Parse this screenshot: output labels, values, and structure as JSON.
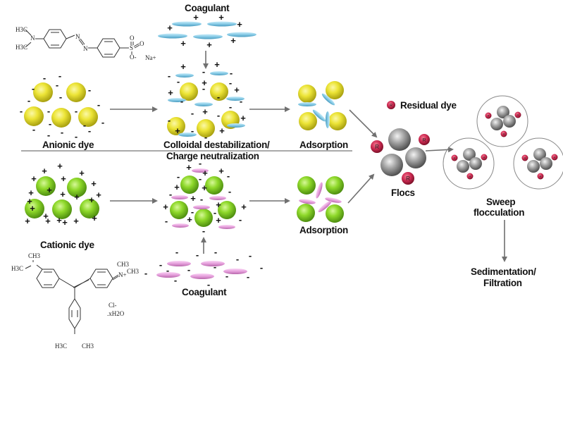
{
  "labels": {
    "coagulant_top": "Coagulant",
    "coagulant_bottom": "Coagulant",
    "anionic_dye": "Anionic dye",
    "cationic_dye": "Cationic dye",
    "colloidal_line1": "Colloidal destabilization/",
    "colloidal_line2": "Charge neutralization",
    "adsorption_top": "Adsorption",
    "adsorption_bottom": "Adsorption",
    "residual_dye": "Residual dye",
    "flocs": "Flocs",
    "sweep_line1": "Sweep",
    "sweep_line2": "flocculation",
    "sediment_line1": "Sedimentation/",
    "sediment_line2": "Filtration",
    "residual_marker": "R"
  },
  "chemistry": {
    "anionic": {
      "h3c_top": "H3C",
      "h3c_bottom": "H3C",
      "n": "N",
      "azo_n1": "N",
      "azo_n2": "N",
      "s": "S",
      "o1": "O",
      "o2": "O",
      "o_minus": "O-",
      "counter_ion": "Na+"
    },
    "cationic": {
      "ch3_a": "CH3",
      "h3c_a": "H3C",
      "ch3_b": "CH3",
      "ch3_c": "CH3",
      "n_plus": "N+",
      "h3c_c": "H3C",
      "ch3_d": "CH3",
      "counter_ion": "Cl-",
      "hydrate": ".xH2O"
    }
  },
  "colors": {
    "anionic_particle": "#e8e030",
    "cationic_particle": "#88d428",
    "coagulant_positive": "#88cbe6",
    "coagulant_negative": "#e6a0dc",
    "floc": "#9a9a9a",
    "residual_dye": "#cc2850",
    "arrow": "#707070"
  },
  "charges": {
    "positive": "+",
    "negative": "-"
  }
}
